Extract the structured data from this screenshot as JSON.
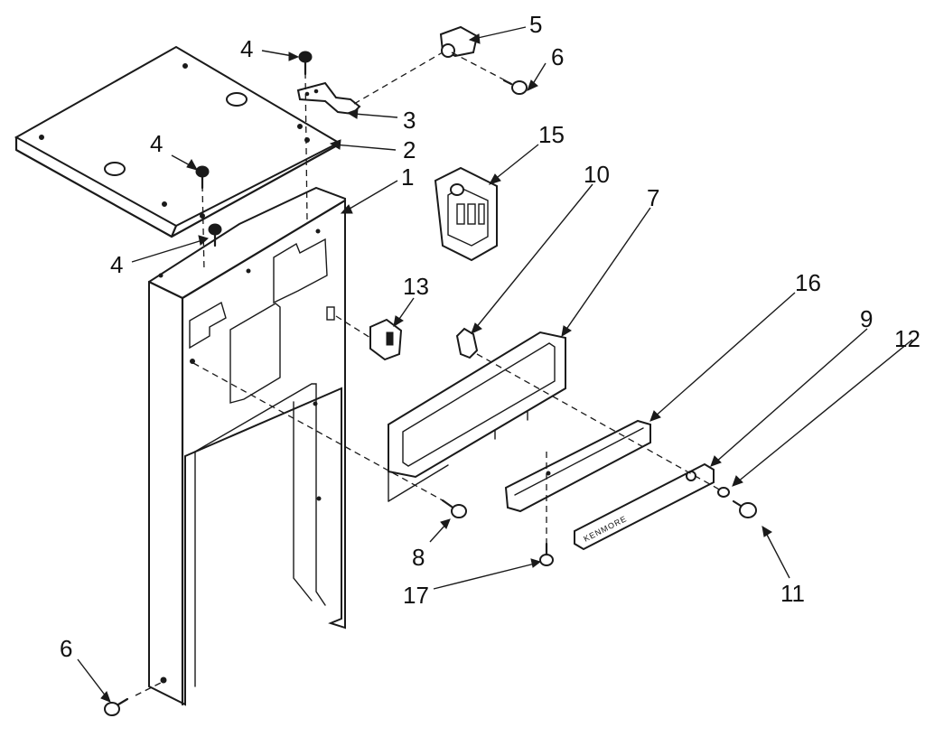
{
  "diagram": {
    "colors": {
      "ink": "#1a1a1a",
      "paper": "#ffffff"
    },
    "callouts": {
      "c1": "1",
      "c2": "2",
      "c3": "3",
      "c4a": "4",
      "c4b": "4",
      "c4c": "4",
      "c5": "5",
      "c6a": "6",
      "c6b": "6",
      "c7": "7",
      "c8": "8",
      "c9": "9",
      "c10": "10",
      "c11": "11",
      "c12": "12",
      "c13": "13",
      "c15": "15",
      "c16": "16",
      "c17": "17"
    },
    "nameplate_text": "KENMORE"
  }
}
